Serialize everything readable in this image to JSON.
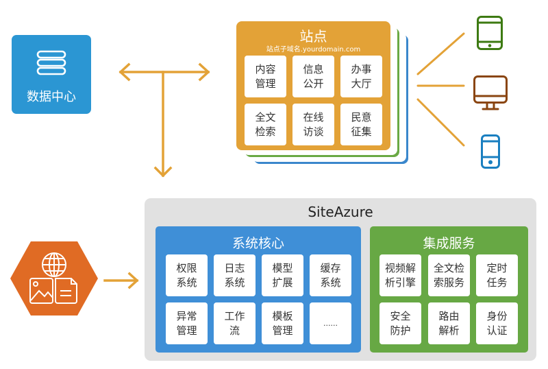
{
  "colors": {
    "data_center": "#2b96d3",
    "site": "#e3a237",
    "stack_green": "#6aa944",
    "stack_blue": "#3a87cc",
    "arrow": "#e3a237",
    "core": "#3f8fd7",
    "integration": "#67a844",
    "azure_bg": "#e1e1e1",
    "hex": "#e06b24",
    "tablet": "#3d7a12",
    "desktop": "#8a4510",
    "phone": "#1a7fc0"
  },
  "data_center": {
    "label": "数据中心",
    "icon": "database-icon"
  },
  "site": {
    "title": "站点",
    "subtitle": "站点子域名.yourdomain.com",
    "modules": [
      "内容\n管理",
      "信息\n公开",
      "办事\n大厅",
      "全文\n检索",
      "在线\n访谈",
      "民意\n征集"
    ]
  },
  "devices": [
    {
      "name": "tablet",
      "icon": "tablet-icon"
    },
    {
      "name": "desktop",
      "icon": "desktop-icon"
    },
    {
      "name": "phone",
      "icon": "phone-icon"
    }
  ],
  "content_source": {
    "icon": "globe-image-document-icon"
  },
  "siteazure": {
    "title": "SiteAzure",
    "core": {
      "title": "系统核心",
      "modules": [
        "权限\n系统",
        "日志\n系统",
        "模型\n扩展",
        "缓存\n系统",
        "异常\n管理",
        "工作\n流",
        "模板\n管理",
        "......"
      ]
    },
    "integration": {
      "title": "集成服务",
      "modules": [
        "视频解\n析引擎",
        "全文检\n索服务",
        "定时\n任务",
        "安全\n防护",
        "路由\n解析",
        "身份\n认证"
      ]
    }
  }
}
